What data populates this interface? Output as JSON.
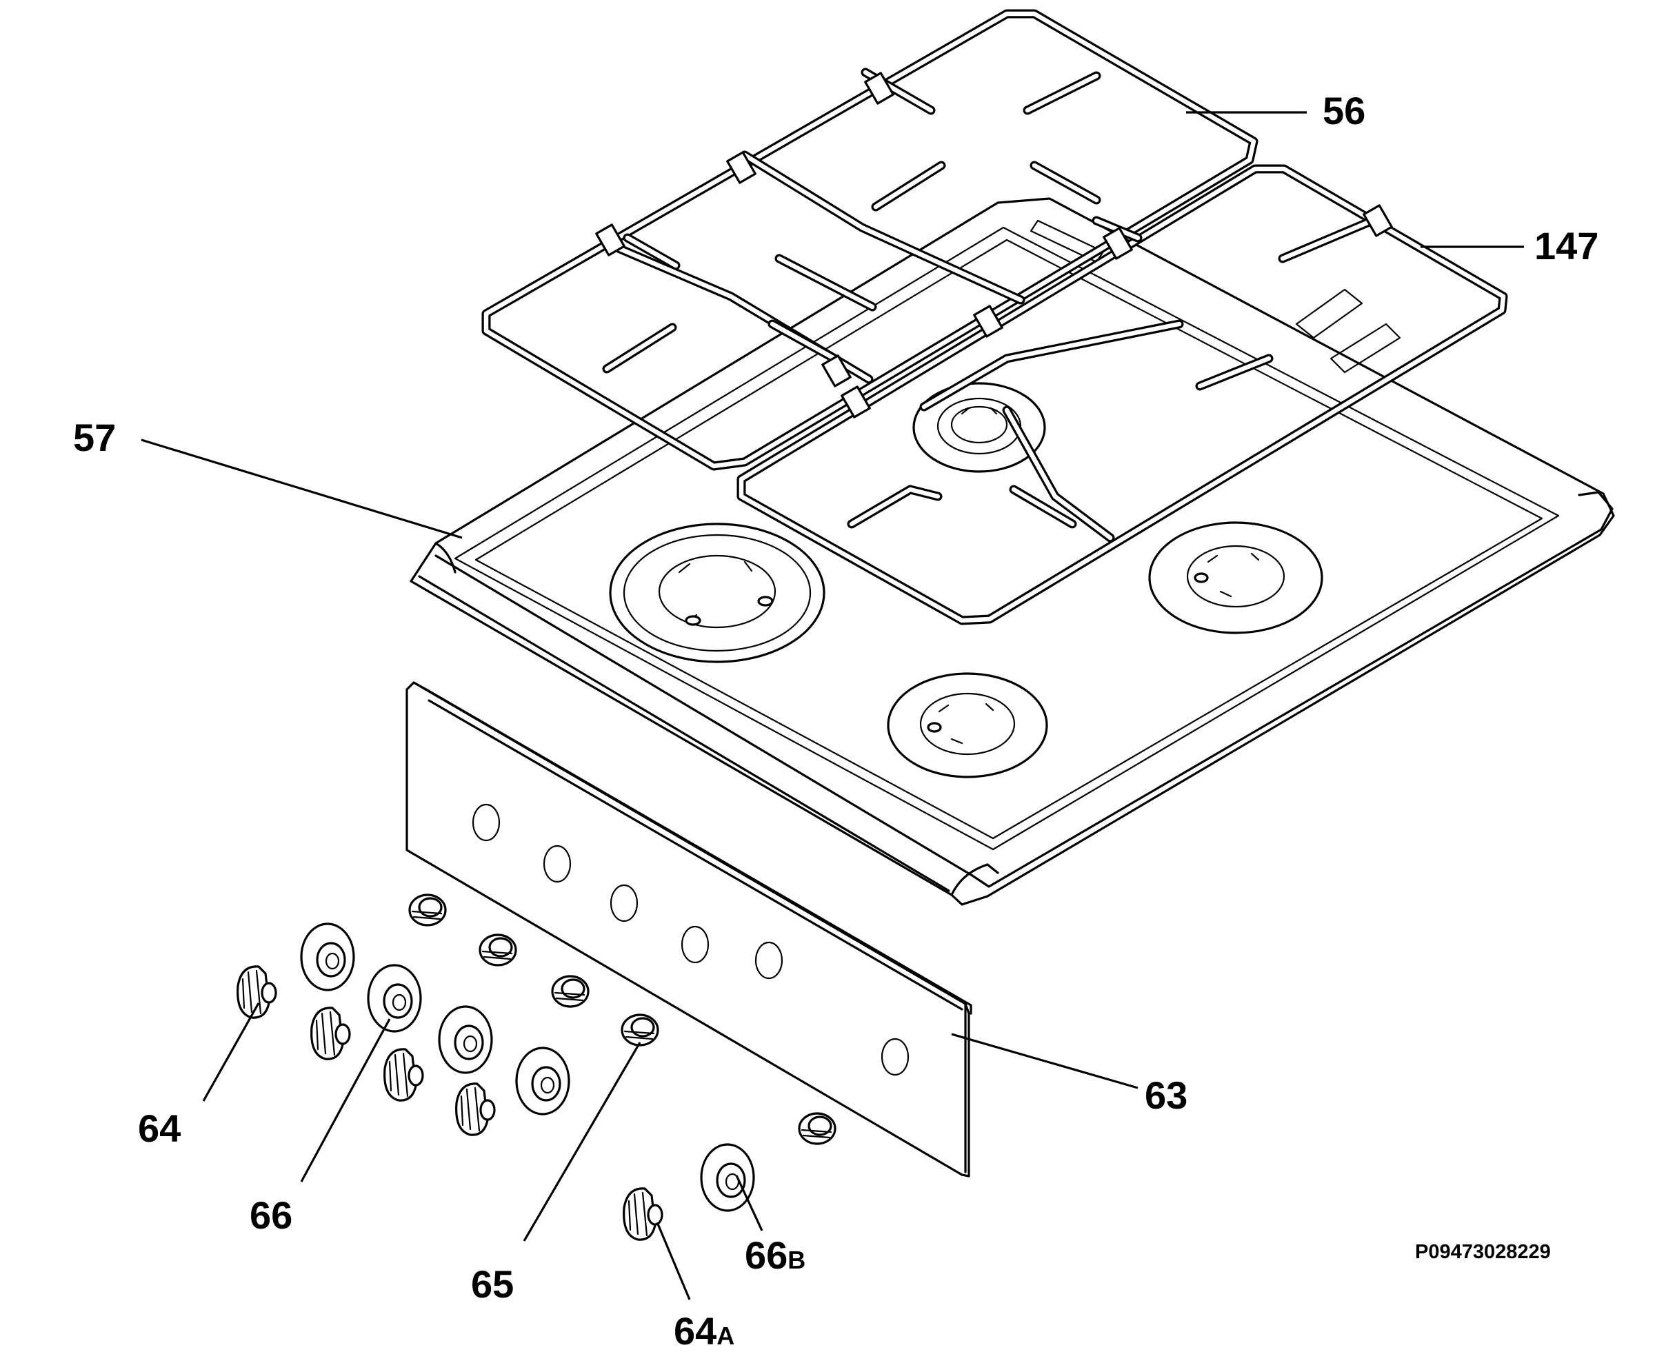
{
  "callouts": {
    "pan_support_rear": "56",
    "pan_support_front": "147",
    "hob_top": "57",
    "control_panel": "63",
    "knob": "64",
    "knob_a_num": "64",
    "knob_a_suffix": "A",
    "spindle": "65",
    "knob_ring": "66",
    "knob_ring_b_num": "66",
    "knob_ring_b_suffix": "B"
  },
  "diagram_code": "P09473028229"
}
